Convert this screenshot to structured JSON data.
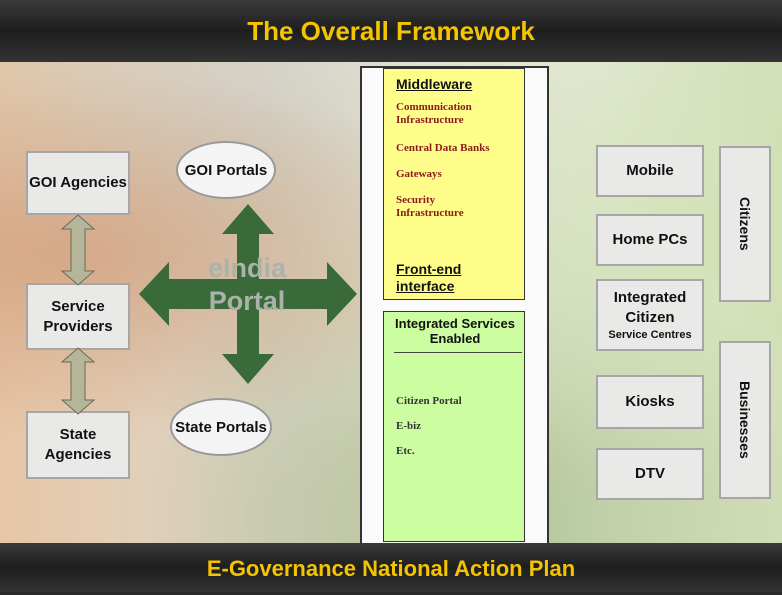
{
  "header": {
    "title": "The Overall Framework"
  },
  "footer": {
    "title": "E-Governance National Action Plan"
  },
  "left_column": {
    "goi_agencies": "GOI Agencies",
    "service_providers": "Service Providers",
    "state_agencies": "State Agencies"
  },
  "portals": {
    "goi_portals": "GOI Portals",
    "state_portals": "State Portals",
    "center_line1": "eIndia",
    "center_line2": "Portal"
  },
  "middleware": {
    "title": "Middleware",
    "items": [
      "Communication Infrastructure",
      "Central Data Banks",
      "Gateways",
      "Security Infrastructure"
    ],
    "front_end": "Front-end interface"
  },
  "integrated_services": {
    "title": "Integrated Services Enabled",
    "items": [
      "Citizen Portal",
      "E-biz",
      "Etc."
    ]
  },
  "channels": {
    "mobile": "Mobile",
    "home_pcs": "Home PCs",
    "csc_line1": "Integrated Citizen",
    "csc_line2": "Service Centres",
    "kiosks": "Kiosks",
    "dtv": "DTV"
  },
  "audiences": {
    "citizens": "Citizens",
    "businesses": "Businesses"
  },
  "colors": {
    "title_yellow": "#f5c400",
    "arrow_green": "#3a6a3a",
    "middleware_yellow": "#fffd8a",
    "services_green": "#ccfda0",
    "middleware_item_red": "#8b1a1a"
  }
}
